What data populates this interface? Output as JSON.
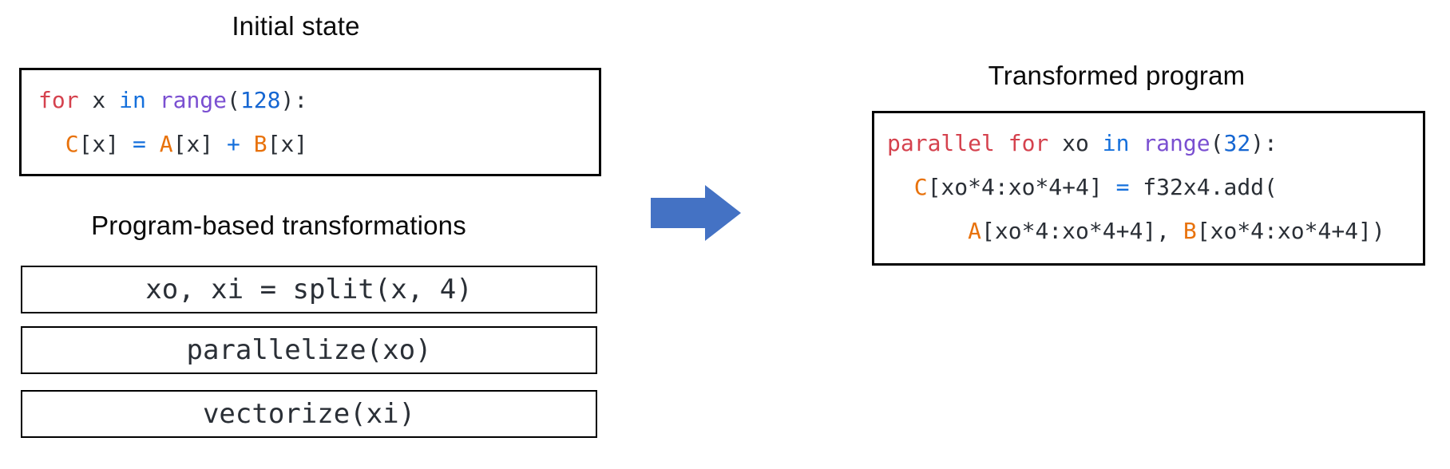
{
  "colors": {
    "keyword": "#d5424e",
    "function": "#7a4fd1",
    "number": "#1566d2",
    "operator": "#1570dc",
    "variable": "#e8720c",
    "text": "#2a2f36",
    "arrow": "#4472c4",
    "border": "#000000",
    "background": "#ffffff"
  },
  "left": {
    "initial": {
      "title": "Initial state",
      "code": [
        [
          {
            "t": "for",
            "c": "kw"
          },
          {
            "t": " x ",
            "c": "txt"
          },
          {
            "t": "in",
            "c": "op"
          },
          {
            "t": " ",
            "c": "txt"
          },
          {
            "t": "range",
            "c": "fn"
          },
          {
            "t": "(",
            "c": "txt"
          },
          {
            "t": "128",
            "c": "num"
          },
          {
            "t": "):",
            "c": "txt"
          }
        ],
        [
          {
            "t": "  ",
            "c": "txt"
          },
          {
            "t": "C",
            "c": "var"
          },
          {
            "t": "[x] ",
            "c": "txt"
          },
          {
            "t": "=",
            "c": "op"
          },
          {
            "t": " ",
            "c": "txt"
          },
          {
            "t": "A",
            "c": "var"
          },
          {
            "t": "[x] ",
            "c": "txt"
          },
          {
            "t": "+",
            "c": "op"
          },
          {
            "t": " ",
            "c": "txt"
          },
          {
            "t": "B",
            "c": "var"
          },
          {
            "t": "[x]",
            "c": "txt"
          }
        ]
      ]
    },
    "transformations": {
      "title": "Program-based transformations",
      "steps": [
        "xo, xi = split(x, 4)",
        "parallelize(xo)",
        "vectorize(xi)"
      ]
    }
  },
  "arrow": {
    "icon": "right-arrow"
  },
  "right": {
    "title": "Transformed program",
    "code": [
      [
        {
          "t": "parallel",
          "c": "kw"
        },
        {
          "t": " ",
          "c": "txt"
        },
        {
          "t": "for",
          "c": "kw"
        },
        {
          "t": " xo ",
          "c": "txt"
        },
        {
          "t": "in",
          "c": "op"
        },
        {
          "t": " ",
          "c": "txt"
        },
        {
          "t": "range",
          "c": "fn"
        },
        {
          "t": "(",
          "c": "txt"
        },
        {
          "t": "32",
          "c": "num"
        },
        {
          "t": "):",
          "c": "txt"
        }
      ],
      [
        {
          "t": "  ",
          "c": "txt"
        },
        {
          "t": "C",
          "c": "var"
        },
        {
          "t": "[xo*4:xo*4+4] ",
          "c": "txt"
        },
        {
          "t": "=",
          "c": "op"
        },
        {
          "t": " f32x4.add(",
          "c": "txt"
        }
      ],
      [
        {
          "t": "      ",
          "c": "txt"
        },
        {
          "t": "A",
          "c": "var"
        },
        {
          "t": "[xo*4:xo*4+4], ",
          "c": "txt"
        },
        {
          "t": "B",
          "c": "var"
        },
        {
          "t": "[xo*4:xo*4+4])",
          "c": "txt"
        }
      ]
    ]
  }
}
